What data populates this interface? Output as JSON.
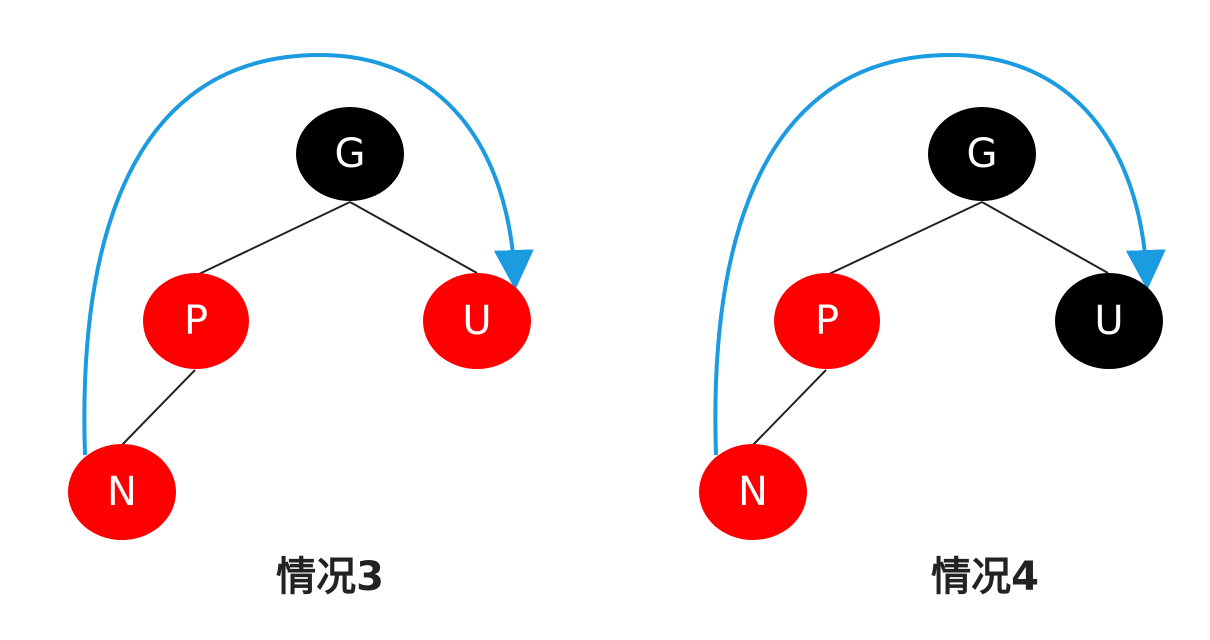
{
  "colors": {
    "red": "#ff0000",
    "black": "#000000",
    "arrow": "#1b9be0",
    "edge": "#222222",
    "label_text": "#ffffff",
    "caption_text": "#222222"
  },
  "diagrams": [
    {
      "caption": "情况3",
      "nodes": {
        "g": {
          "label": "G",
          "color": "black"
        },
        "p": {
          "label": "P",
          "color": "red"
        },
        "u": {
          "label": "U",
          "color": "red"
        },
        "n": {
          "label": "N",
          "color": "red"
        }
      },
      "edges": [
        [
          "g",
          "p"
        ],
        [
          "g",
          "u"
        ],
        [
          "p",
          "n"
        ]
      ],
      "arrow": {
        "from": "n",
        "to": "u"
      }
    },
    {
      "caption": "情况4",
      "nodes": {
        "g": {
          "label": "G",
          "color": "black"
        },
        "p": {
          "label": "P",
          "color": "red"
        },
        "u": {
          "label": "U",
          "color": "black"
        },
        "n": {
          "label": "N",
          "color": "red"
        }
      },
      "edges": [
        [
          "g",
          "p"
        ],
        [
          "g",
          "u"
        ],
        [
          "p",
          "n"
        ]
      ],
      "arrow": {
        "from": "n",
        "to": "u"
      }
    }
  ]
}
